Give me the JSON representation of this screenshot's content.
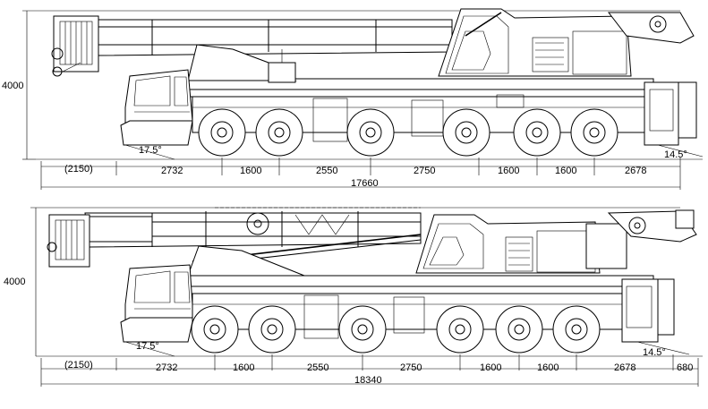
{
  "top": {
    "height_label": "4000",
    "front_overhang": "(2150)",
    "segments": [
      "2732",
      "1600",
      "2550",
      "2750",
      "1600",
      "1600",
      "2678"
    ],
    "total": "17660",
    "angle_front": "17.5°",
    "angle_rear": "14.5°"
  },
  "bottom": {
    "height_label": "4000",
    "front_overhang": "(2150)",
    "segments": [
      "2732",
      "1600",
      "2550",
      "2750",
      "1600",
      "1600",
      "2678"
    ],
    "rear_extra": "680",
    "total": "18340",
    "angle_front": "17.5°",
    "angle_rear": "14.5°"
  }
}
